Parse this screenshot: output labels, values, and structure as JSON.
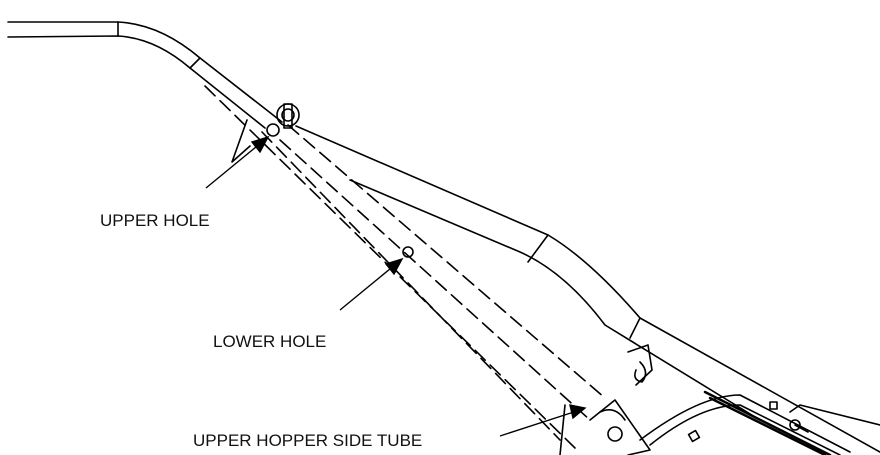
{
  "labels": {
    "upper_hole": "UPPER HOLE",
    "lower_hole": "LOWER HOLE",
    "side_tube": "UPPER HOPPER SIDE TUBE"
  }
}
